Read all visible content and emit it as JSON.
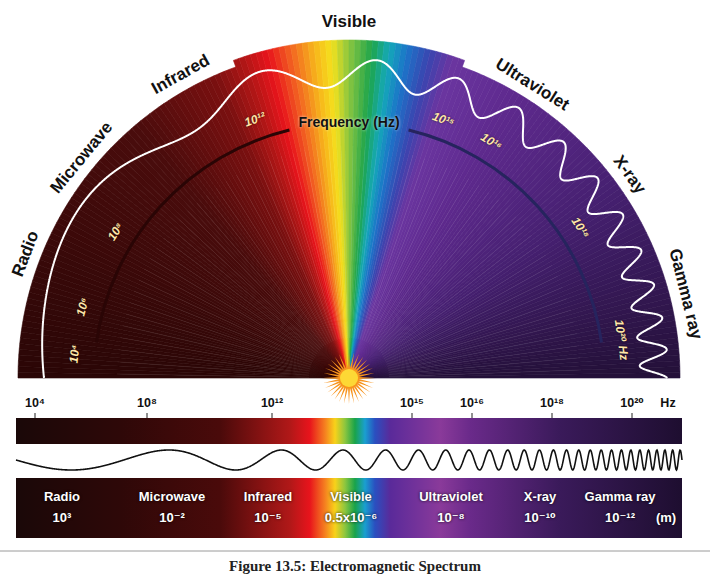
{
  "diagram": {
    "caption": "Figure 13.5: Electromagnetic Spectrum",
    "labels": [
      "Radio",
      "Microwave",
      "Infrared",
      "Visible",
      "Ultraviolet",
      "X-ray",
      "Gamma ray",
      "Frequency (Hz)",
      "10⁴",
      "10⁶",
      "10⁸",
      "10¹²",
      "10¹⁵",
      "10¹⁶",
      "10¹⁸",
      "10²⁰ Hz",
      "10⁴",
      "10⁸",
      "10¹²",
      "10¹⁵",
      "10¹⁶",
      "10¹⁸",
      "10²⁰",
      "Hz",
      "Radio",
      "10³",
      "Microwave",
      "10⁻²",
      "Infrared",
      "10⁻⁵",
      "Visible",
      "0.5x10⁻⁶",
      "Ultraviolet",
      "10⁻⁸",
      "X-ray",
      "10⁻¹⁰",
      "Gamma ray",
      "10⁻¹²",
      "(m)"
    ]
  }
}
